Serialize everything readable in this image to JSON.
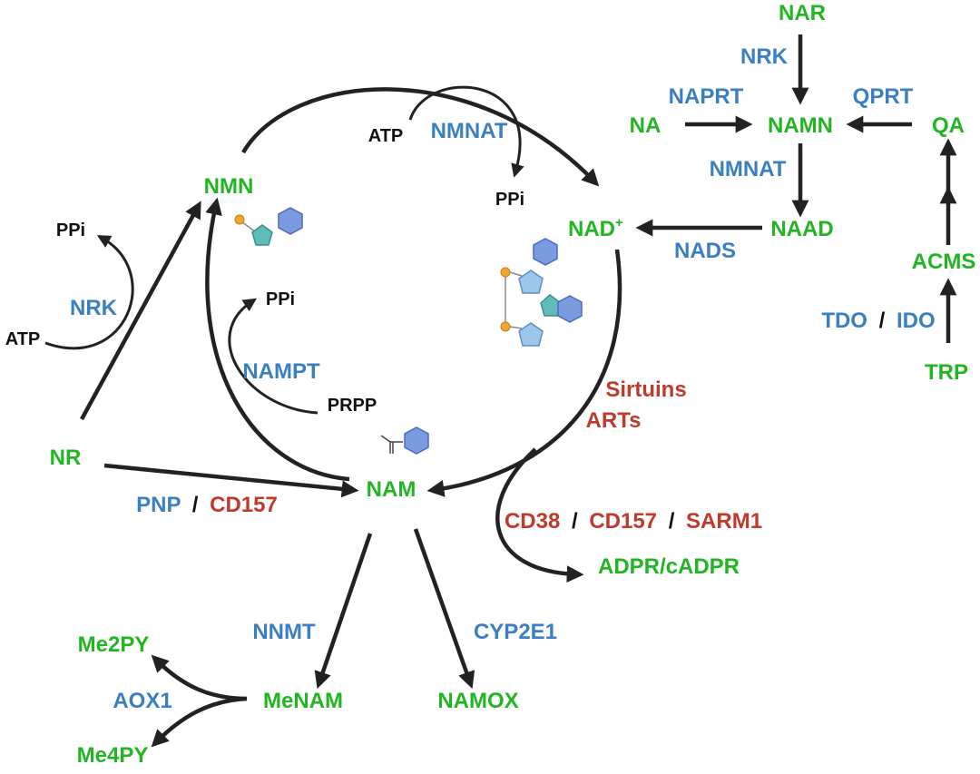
{
  "metabolites": {
    "nar": "NAR",
    "na": "NA",
    "namn": "NAMN",
    "qa": "QA",
    "naad": "NAAD",
    "nad": "NAD",
    "nad_charge": "+",
    "acms": "ACMS",
    "trp": "TRP",
    "nmn": "NMN",
    "nr": "NR",
    "nam": "NAM",
    "adpr": "ADPR/cADPR",
    "menam": "MeNAM",
    "namox": "NAMOX",
    "me2py": "Me2PY",
    "me4py": "Me4PY"
  },
  "cofactors": {
    "atp_nmnat": "ATP",
    "ppi_nmnat": "PPi",
    "ppi_nrk": "PPi",
    "atp_nrk": "ATP",
    "ppi_nampt": "PPi",
    "prpp": "PRPP"
  },
  "enzymes": {
    "nrk_top": "NRK",
    "naprt": "NAPRT",
    "qprt": "QPRT",
    "nmnat_right": "NMNAT",
    "nads": "NADS",
    "tdo": "TDO",
    "ido": "IDO",
    "nmnat_cycle": "NMNAT",
    "nrk_left": "NRK",
    "nampt": "NAMPT",
    "pnp": "PNP",
    "nnmt": "NNMT",
    "cyp2e1": "CYP2E1",
    "aox1": "AOX1"
  },
  "consumers": {
    "sirtuins": "Sirtuins",
    "arts": "ARTs",
    "cd38": "CD38",
    "cd157_a": "CD157",
    "sarm1": "SARM1",
    "cd157_b": "CD157"
  },
  "separators": {
    "slash": "/"
  },
  "colors": {
    "metabolite": "#22b522",
    "enzyme": "#3a7fc1",
    "consumer": "#c0392b",
    "cofactor": "#111111"
  }
}
